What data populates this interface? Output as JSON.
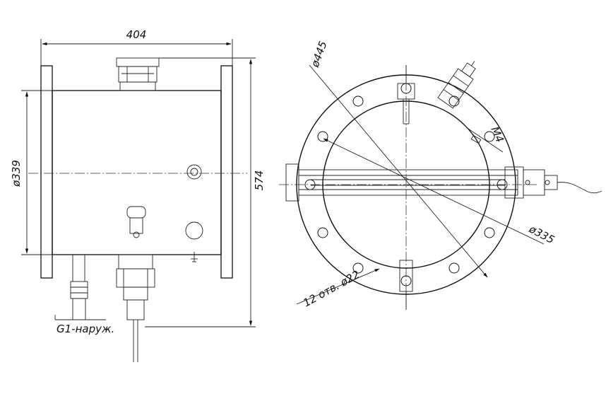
{
  "side_view": {
    "width_dim": "404",
    "height_dim": "574",
    "diameter_dim": "ø339",
    "thread_note": "G1-наруж."
  },
  "front_view": {
    "outer_dim": "ø445",
    "inner_dim": "ø335",
    "bolt_thread": "M4",
    "holes_note": "12 отв. ø22"
  }
}
